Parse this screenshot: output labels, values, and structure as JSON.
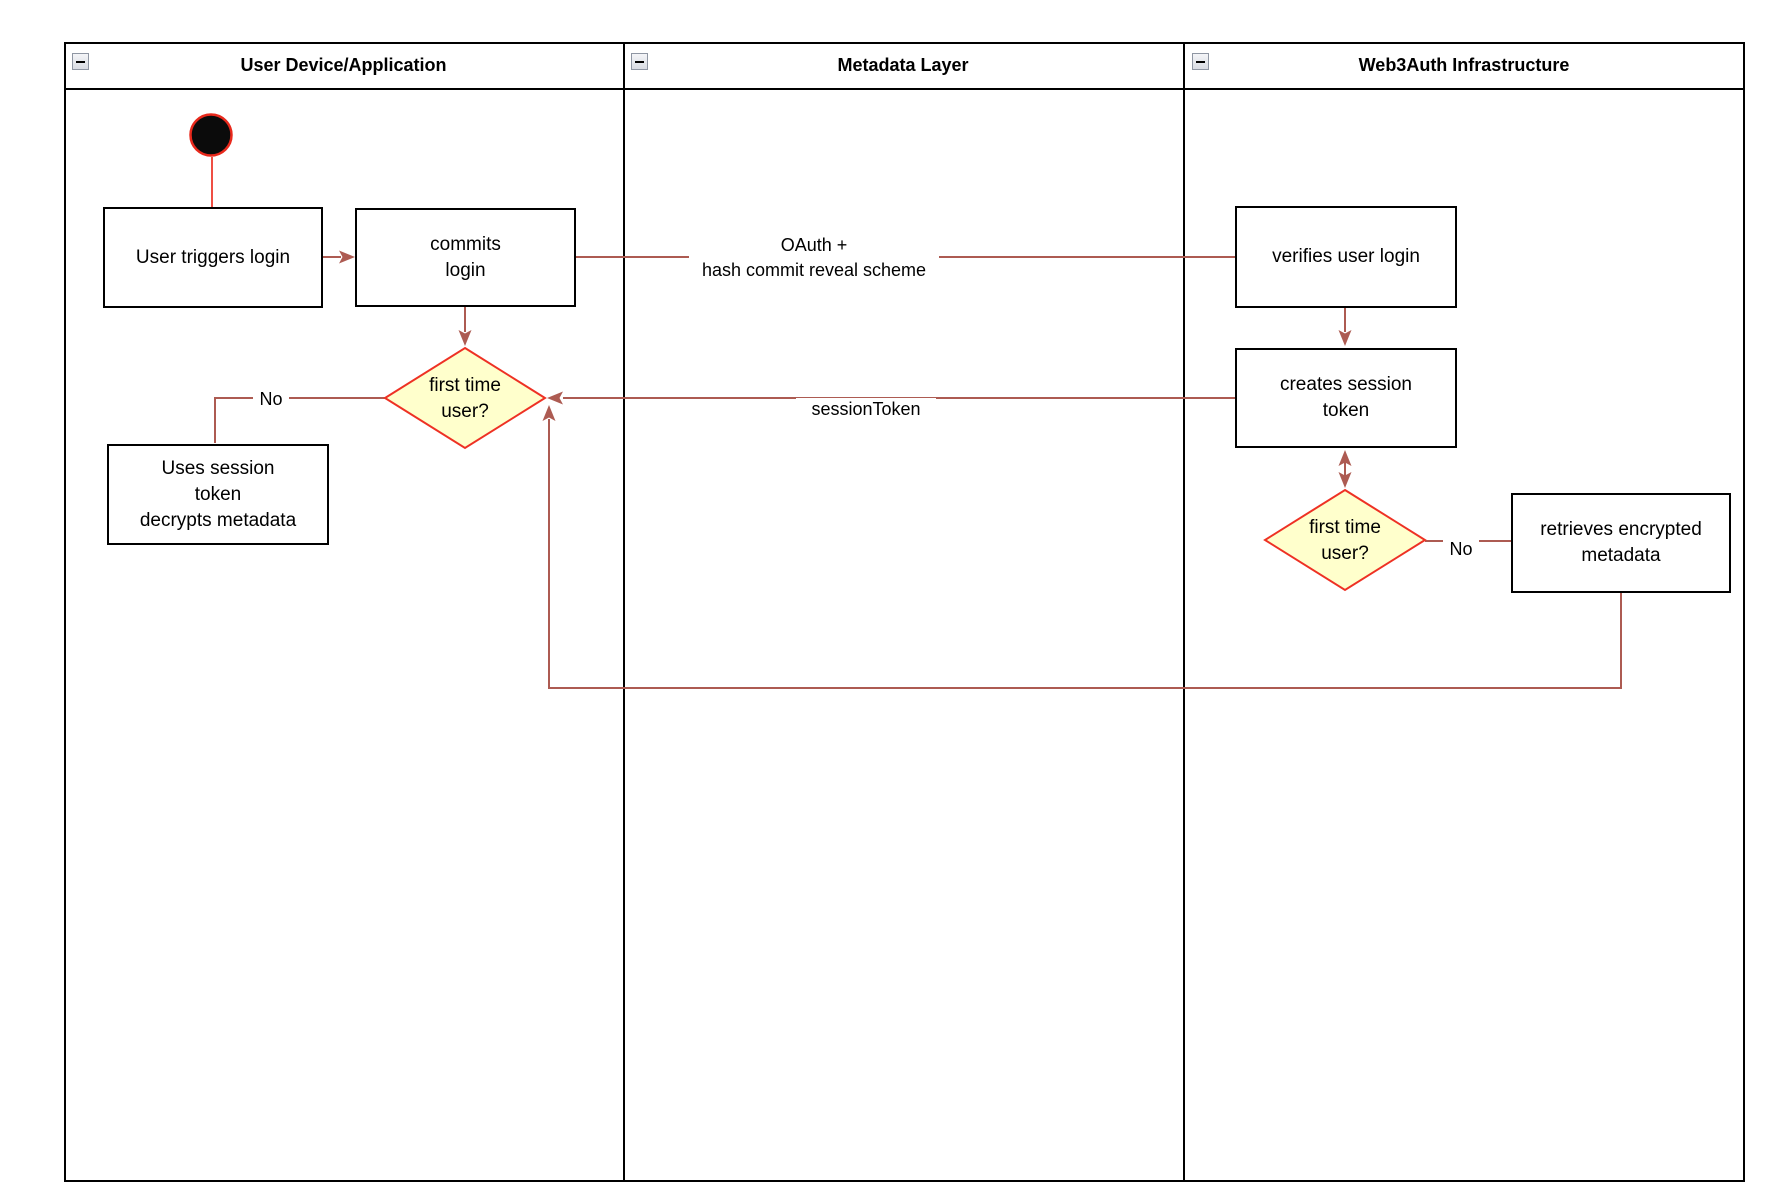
{
  "lanes": [
    {
      "title": "User Device/Application"
    },
    {
      "title": "Metadata Layer"
    },
    {
      "title": "Web3Auth Infrastructure"
    }
  ],
  "nodes": {
    "user_triggers_login": {
      "lines": [
        "User triggers login"
      ]
    },
    "commits_login": {
      "lines": [
        "commits",
        "login"
      ]
    },
    "verifies_user_login": {
      "lines": [
        "verifies user login"
      ]
    },
    "creates_session_token": {
      "lines": [
        "creates session",
        "token"
      ]
    },
    "uses_session_token": {
      "lines": [
        "Uses session",
        "token",
        "decrypts metadata"
      ]
    },
    "retrieves_encrypted_metadata": {
      "lines": [
        "retrieves encrypted",
        "metadata"
      ]
    },
    "decision_left": {
      "lines": [
        "first time",
        "user?"
      ]
    },
    "decision_right": {
      "lines": [
        "first time",
        "user?"
      ]
    }
  },
  "edge_labels": {
    "oauth": {
      "lines": [
        "OAuth +",
        "hash commit reveal scheme"
      ]
    },
    "session_token": "sessionToken",
    "no_left": "No",
    "no_right": "No"
  },
  "colors": {
    "edge": "#ad5b52",
    "start_edge": "#ef4f44",
    "decision_border": "#ee3124",
    "decision_fill": "#ffffcc",
    "node_border": "#000000",
    "node_fill": "#ffffff",
    "start_fill": "#0b0b0b",
    "start_stroke": "#e8291c",
    "lane_border": "#000000"
  }
}
